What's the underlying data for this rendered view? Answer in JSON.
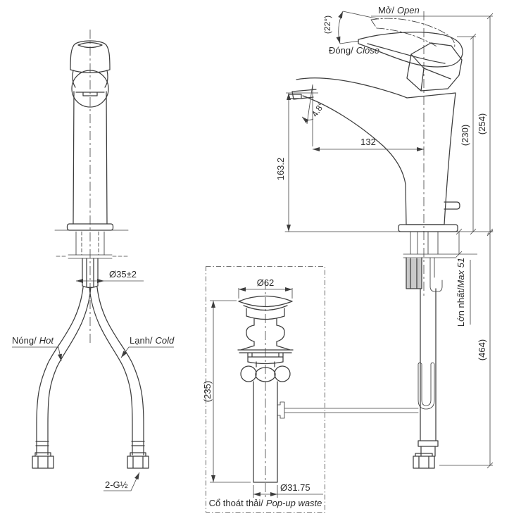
{
  "front_view": {
    "hot_vi": "Nóng/",
    "hot_en": "Hot",
    "cold_vi": "Lạnh/",
    "cold_en": "Cold",
    "thread": "2-G½",
    "mount_hole": "Ø35±2"
  },
  "side_view": {
    "open_vi": "Mở/",
    "open_en": "Open",
    "close_vi": "Đóng/",
    "close_en": "Close",
    "handle_angle": "(22°)",
    "spout_angle": "4.8°",
    "spout_reach": "132",
    "spout_height": "163.2",
    "height_closed": "(230)",
    "height_open": "(254)",
    "max_counter_vi": "Lớn nhất/",
    "max_counter_en": "Max 51",
    "total_height": "(464)"
  },
  "popup_waste": {
    "cap_dia": "Ø62",
    "height": "(235)",
    "pipe_dia": "Ø31.75",
    "caption_vi": "Cổ thoát thải/",
    "caption_en": "Pop-up waste"
  },
  "colors": {
    "line": "#3d3d3d",
    "dim_line": "#4a4a4a",
    "text": "#2b2b2b",
    "background": "#ffffff"
  }
}
